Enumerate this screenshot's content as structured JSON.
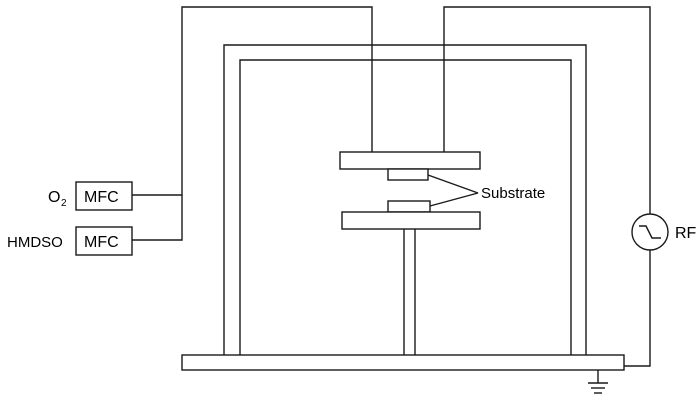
{
  "labels": {
    "o2_letter": "O",
    "o2_subscript": "2",
    "hmdso": "HMDSO",
    "mfc_top": "MFC",
    "mfc_bottom": "MFC",
    "substrate": "Substrate",
    "rf": "RF"
  },
  "icons": {
    "rf_source": "rf-source-icon",
    "ground": "ground-icon"
  }
}
